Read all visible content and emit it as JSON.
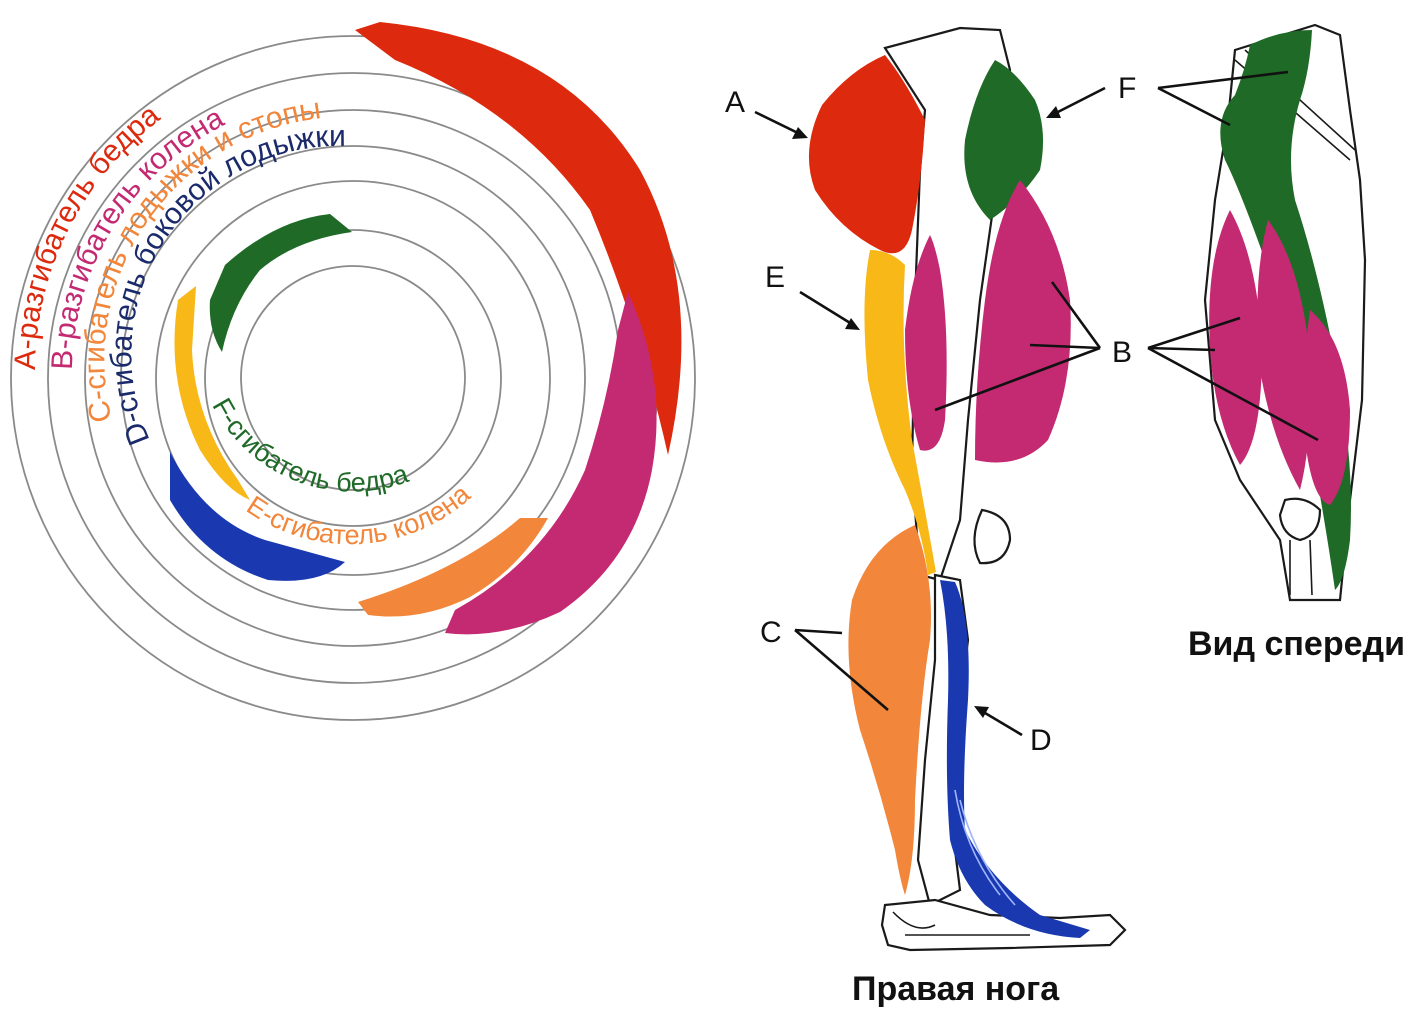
{
  "diagram": {
    "colors": {
      "A": "#dd2a0f",
      "B": "#c42a72",
      "C": "#f2863a",
      "D": "#1a39b0",
      "E": "#f7b818",
      "F": "#1f6a27"
    },
    "ring_labels": {
      "A": "A-разгибатель бедра",
      "B": "B-разгибатель колена",
      "C": "C-сгибатель лодыжки и стопы",
      "D": "D-сгибатель боковой лодыжки",
      "F": "F-сгибатель бедра",
      "E": "E-сгибатель колена"
    },
    "letters": {
      "A": "A",
      "B": "B",
      "C": "C",
      "D": "D",
      "E": "E",
      "F": "F"
    },
    "captions": {
      "side_view": "Правая нога",
      "front_view": "Вид спереди"
    }
  }
}
